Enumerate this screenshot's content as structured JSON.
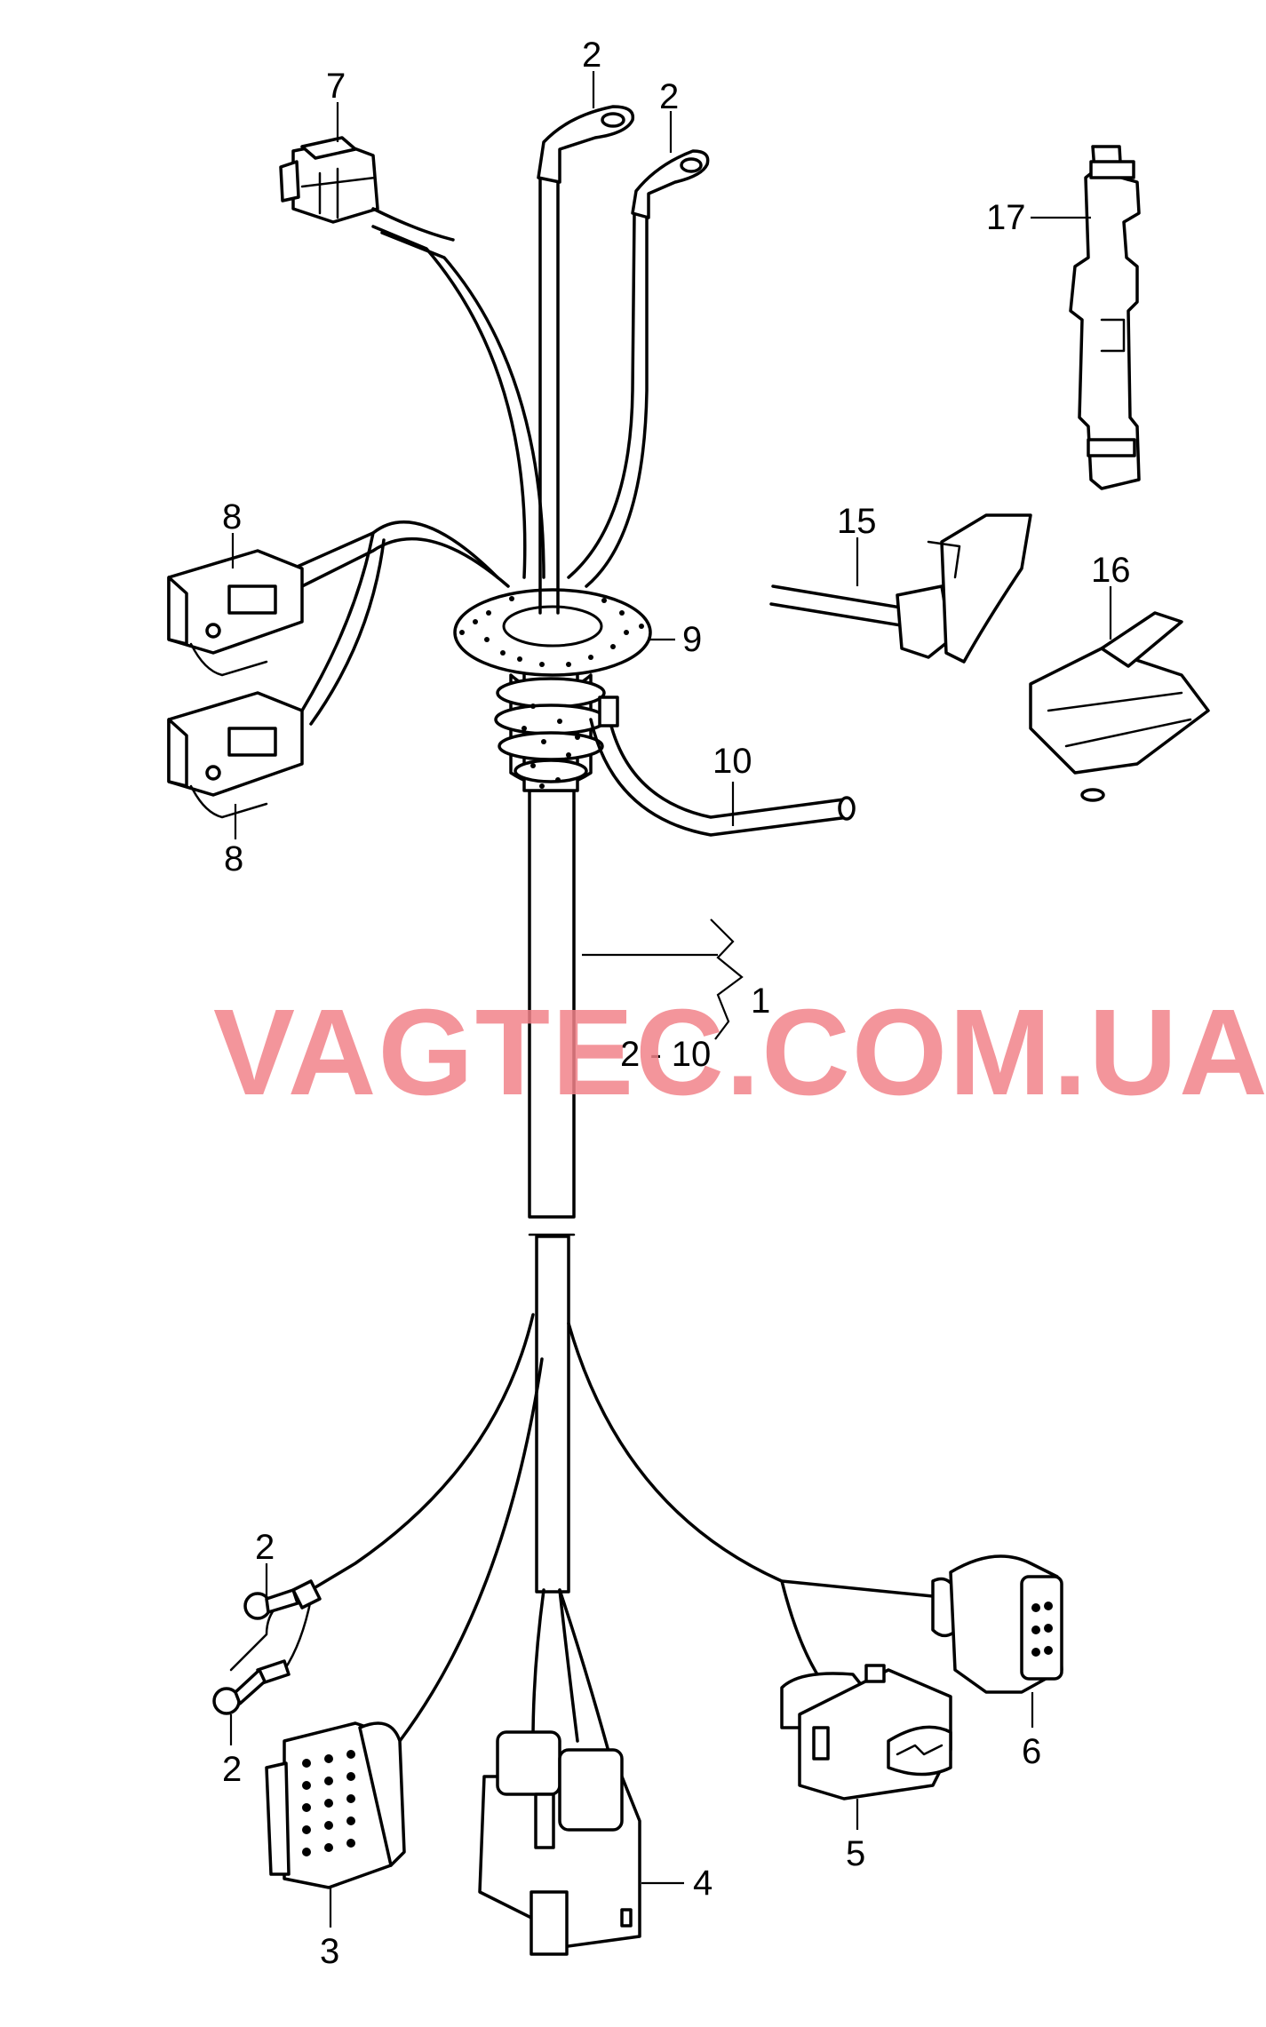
{
  "watermark": {
    "text": "VAGTEC.COM.UA",
    "color": "#f2838a"
  },
  "callouts": {
    "c7": "7",
    "c2_top_a": "2",
    "c2_top_b": "2",
    "c17": "17",
    "c8_top": "8",
    "c15": "15",
    "c16": "16",
    "c9": "9",
    "c10": "10",
    "c8_bottom": "8",
    "c1": "1",
    "c1_range": "2 - 10",
    "c2_left_a": "2",
    "c2_left_b": "2",
    "c3": "3",
    "c4": "4",
    "c5": "5",
    "c6": "6"
  },
  "icons": [
    "wiring-harness",
    "connector-icon",
    "ring-terminal-icon",
    "grommet-icon",
    "clip-icon",
    "bracket-icon"
  ]
}
